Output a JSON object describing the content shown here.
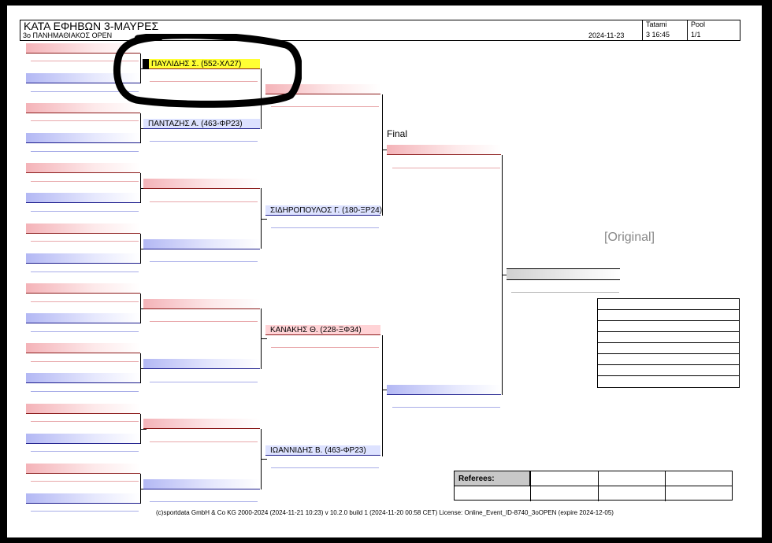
{
  "header": {
    "title": "ΚΑΤΑ ΕΦΗΒΩΝ 3-ΜΑΥΡΕΣ",
    "subtitle": "3ο ΠΑΝΗΜΑΘΙΑΚΟΣ OPEN",
    "date": "2024-11-23",
    "tatami_label": "Tatami",
    "tatami_value": "3 16:45",
    "pool_label": "Pool",
    "pool_value": "1/1"
  },
  "bracket": {
    "round2": {
      "r2_1": "ΠΑΥΛΙΔΗΣ Σ. (552-ΧΛ27)",
      "r2_2": "ΠΑΝΤΑΖΗΣ Α. (463-ΦΡ23)"
    },
    "round3": {
      "r3_2": "ΣΙΔΗΡΟΠΟΥΛΟΣ Γ. (180-ΞΡ24)",
      "r3_3": "ΚΑΝΑΚΗΣ Θ. (228-ΞΦ34)",
      "r3_4": "ΙΩΑΝΝΙΔΗΣ Β. (463-ΦΡ23)"
    },
    "final_label": "Final"
  },
  "watermark": "[Original]",
  "referees_label": "Referees:",
  "footer": "(c)sportdata GmbH & Co KG 2000-2024 (2024-11-21 10:23)  v 10.2.0 build 1 (2024-11-20 00:58 CET) License: Online_Event_ID-8740_3oOPEN (expire 2024-12-05)",
  "colors": {
    "red": "#f4b3b8",
    "blue": "#b3b8f4",
    "highlight": "#ffff33"
  }
}
